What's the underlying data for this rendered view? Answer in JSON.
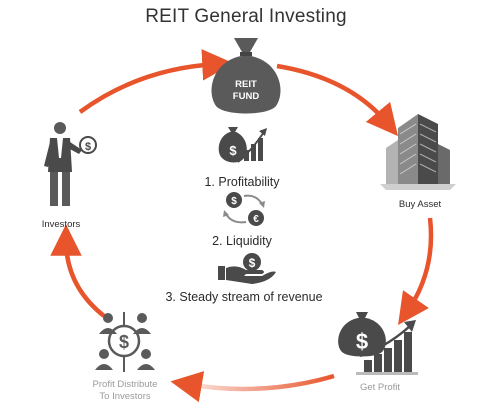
{
  "title": "REIT General Investing",
  "center": {
    "fund_line1": "REIT",
    "fund_line2": "FUND",
    "benefits": [
      {
        "label": "1. Profitability",
        "icon": "money-bag-growth-chart-icon"
      },
      {
        "label": "2. Liquidity",
        "icon": "exchange-coins-icon"
      },
      {
        "label": "3. Steady stream of revenue",
        "icon": "hand-coin-icon"
      }
    ]
  },
  "nodes": {
    "buy_asset": "Buy Asset",
    "get_profit": "Get Profit",
    "profit_distribute_line1": "Profit Distribute",
    "profit_distribute_line2": "To Investors",
    "investors": "Investors"
  },
  "colors": {
    "arrow": "#e8552c",
    "icon_dark": "#4a4a4a",
    "icon_mid": "#8a8a8a",
    "text": "#333333"
  }
}
